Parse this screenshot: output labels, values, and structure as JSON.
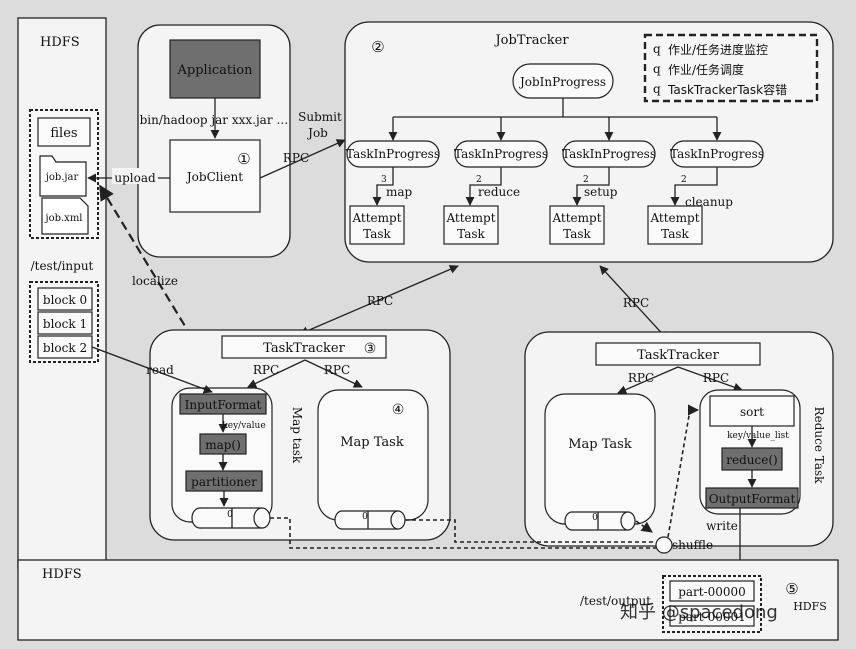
{
  "hdfs_left": {
    "title": "HDFS",
    "files_label": "files",
    "job_jar": "job.jar",
    "job_xml": "job.xml",
    "input_path": "/test/input",
    "blocks": [
      "block 0",
      "block 1",
      "block 2"
    ]
  },
  "client": {
    "application": "Application",
    "command": "bin/hadoop jar xxx.jar …",
    "jobclient": "JobClient",
    "num": "①",
    "upload": "upload",
    "localize": "localize"
  },
  "jobtracker": {
    "title": "JobTracker",
    "num": "②",
    "job_in_progress": "JobInProgress",
    "tasks": [
      {
        "name": "TaskInProgress",
        "edge": "3",
        "type": "map",
        "attempt": [
          "Attempt",
          "Task"
        ]
      },
      {
        "name": "TaskInProgress",
        "edge": "2",
        "type": "reduce",
        "attempt": [
          "Attempt",
          "Task"
        ]
      },
      {
        "name": "TaskInProgress",
        "edge": "2",
        "type": "setup",
        "attempt": [
          "Attempt",
          "Task"
        ]
      },
      {
        "name": "TaskInProgress",
        "edge": "2",
        "type": "cleanup",
        "attempt": [
          "Attempt",
          "Task"
        ]
      }
    ],
    "legend_bullet": "q",
    "legend": [
      "作业/任务进度监控",
      "作业/任务调度",
      "TaskTrackerTask容错"
    ]
  },
  "submit_job": [
    "Submit",
    "Job"
  ],
  "rpc": "RPC",
  "tt_map": {
    "title": "TaskTracker",
    "num": "③",
    "num2": "④",
    "read": "read",
    "input_format": "InputFormat",
    "key_value": "key/value",
    "map_fn": "map()",
    "partitioner": "partitioner",
    "side_label": "Map task",
    "map_task": "Map Task",
    "part": "0"
  },
  "tt_reduce": {
    "title": "TaskTracker",
    "map_task": "Map Task",
    "sort": "sort",
    "key_value_list": "key/value_list",
    "reduce_fn": "reduce()",
    "output_format": "OutputFormat",
    "write": "write",
    "shuffle": "shuffle",
    "side_label": "Reduce Task",
    "part": "0"
  },
  "hdfs_bottom": {
    "title": "HDFS",
    "output_path": "/test/output",
    "parts": [
      "part-00000",
      "part-00001"
    ],
    "num": "⑤",
    "label": "HDFS"
  },
  "watermark": "知乎 @spacedong"
}
